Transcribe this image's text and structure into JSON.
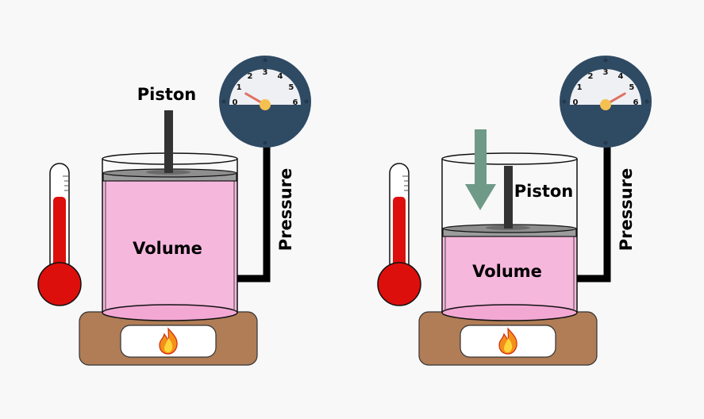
{
  "colors": {
    "background": "#f8f8f9",
    "liquid": "#f6b7dd",
    "liquid_bottom": "#f3a8d4",
    "piston_plate": "#9c9c9c",
    "piston_rod": "#333333",
    "gauge_body": "#2f4a63",
    "gauge_face": "#eef0f3",
    "gauge_needle": "#e07060",
    "gauge_hub": "#f4c150",
    "thermometer_fluid": "#dd0f0c",
    "heater_base": "#b07d57",
    "arrow": "#6f9a87",
    "pipe": "#000000"
  },
  "icons": {
    "flame": "flame-icon",
    "thermometer": "thermometer-icon",
    "gauge": "pressure-gauge-icon",
    "arrow": "down-arrow-icon"
  },
  "gauge_ticks": [
    "0",
    "1",
    "2",
    "3",
    "4",
    "5",
    "6"
  ],
  "panels": [
    {
      "piston_label": "Piston",
      "volume_label": "Volume",
      "pressure_label": "Pressure",
      "gauge_reading": 1,
      "compressed": false
    },
    {
      "piston_label": "Piston",
      "volume_label": "Volume",
      "pressure_label": "Pressure",
      "gauge_reading": 5,
      "compressed": true
    }
  ]
}
